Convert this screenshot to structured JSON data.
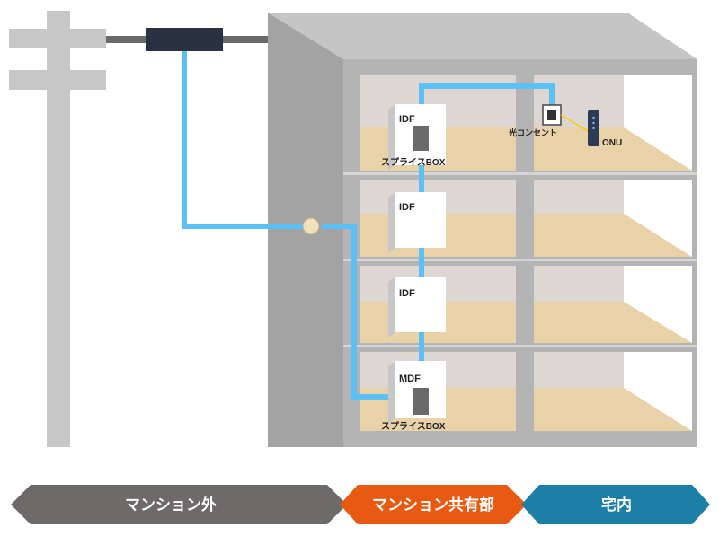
{
  "labels": {
    "idf_top": "IDF",
    "idf_middle": "IDF",
    "idf_lower": "IDF",
    "mdf": "MDF",
    "splice_box_top": "スプライスBOX",
    "splice_box_bottom": "スプライスBOX",
    "optical_outlet": "光コンセント",
    "onu": "ONU"
  },
  "bands": {
    "outside": "マンション外",
    "common": "マンション共有部",
    "inside": "宅内"
  },
  "colors": {
    "fiber": "#5bc0f5",
    "band_outside": "#6d6a69",
    "band_common": "#e85a12",
    "band_inside": "#1d7ea6",
    "building": "#b5b4b5",
    "floor": "#e9d2a8",
    "room_wall": "#ddd6d2"
  }
}
